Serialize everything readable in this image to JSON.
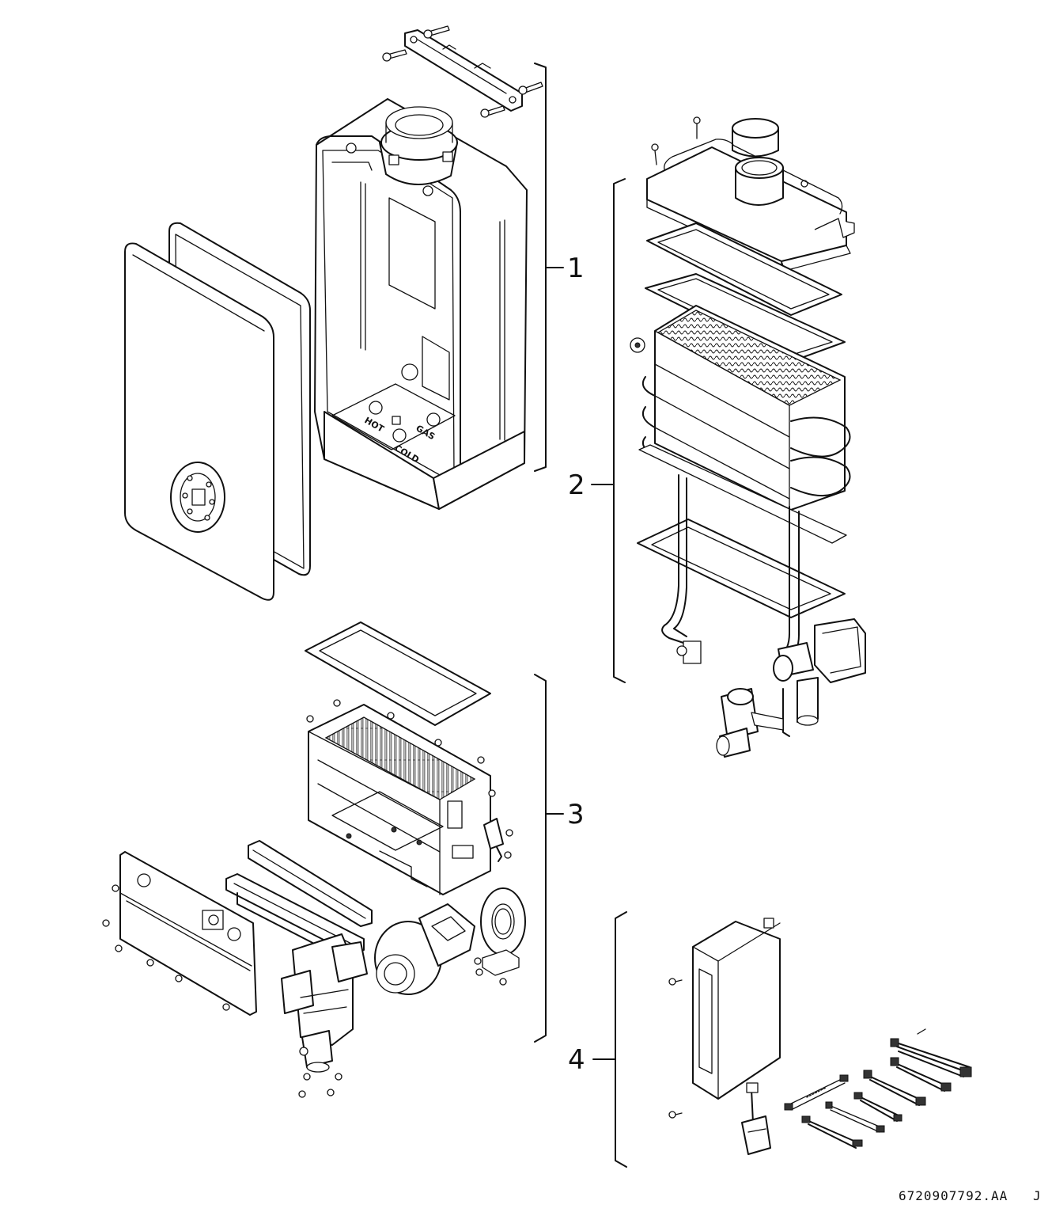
{
  "diagram": {
    "groups": [
      {
        "label": "1"
      },
      {
        "label": "2"
      },
      {
        "label": "3"
      },
      {
        "label": "4"
      }
    ],
    "case_markings": [
      "HOT",
      "GAS",
      "COLD"
    ],
    "document_id": "6720907792.AA",
    "revision": "J"
  }
}
